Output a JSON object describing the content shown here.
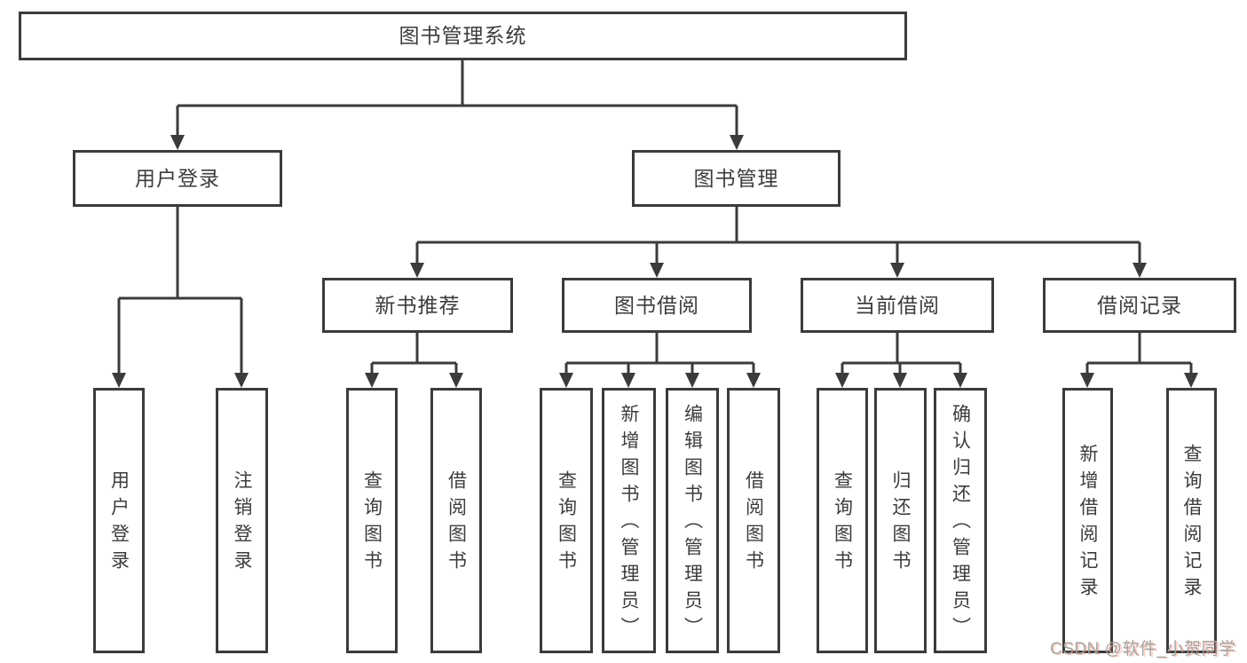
{
  "diagram_title": "图书管理系统",
  "tree": {
    "label": "图书管理系统",
    "children": [
      {
        "label": "用户登录",
        "children": [
          {
            "label": "用户登录"
          },
          {
            "label": "注销登录"
          }
        ]
      },
      {
        "label": "图书管理",
        "children": [
          {
            "label": "新书推荐",
            "children": [
              {
                "label": "查询图书"
              },
              {
                "label": "借阅图书"
              }
            ]
          },
          {
            "label": "图书借阅",
            "children": [
              {
                "label": "查询图书"
              },
              {
                "label": "新增图书（管理员）"
              },
              {
                "label": "编辑图书（管理员）"
              },
              {
                "label": "借阅图书"
              }
            ]
          },
          {
            "label": "当前借阅",
            "children": [
              {
                "label": "查询图书"
              },
              {
                "label": "归还图书"
              },
              {
                "label": "确认归还（管理员）"
              }
            ]
          },
          {
            "label": "借阅记录",
            "children": [
              {
                "label": "新增借阅记录"
              },
              {
                "label": "查询借阅记录"
              }
            ]
          }
        ]
      }
    ]
  },
  "watermark": "CSDN @软件_小贺同学",
  "colors": {
    "line": "#3b3b3b",
    "text": "#3c3c3c",
    "background": "#ffffff",
    "watermark_gray": "#a3a3a3",
    "watermark_red": "#fc5531"
  }
}
